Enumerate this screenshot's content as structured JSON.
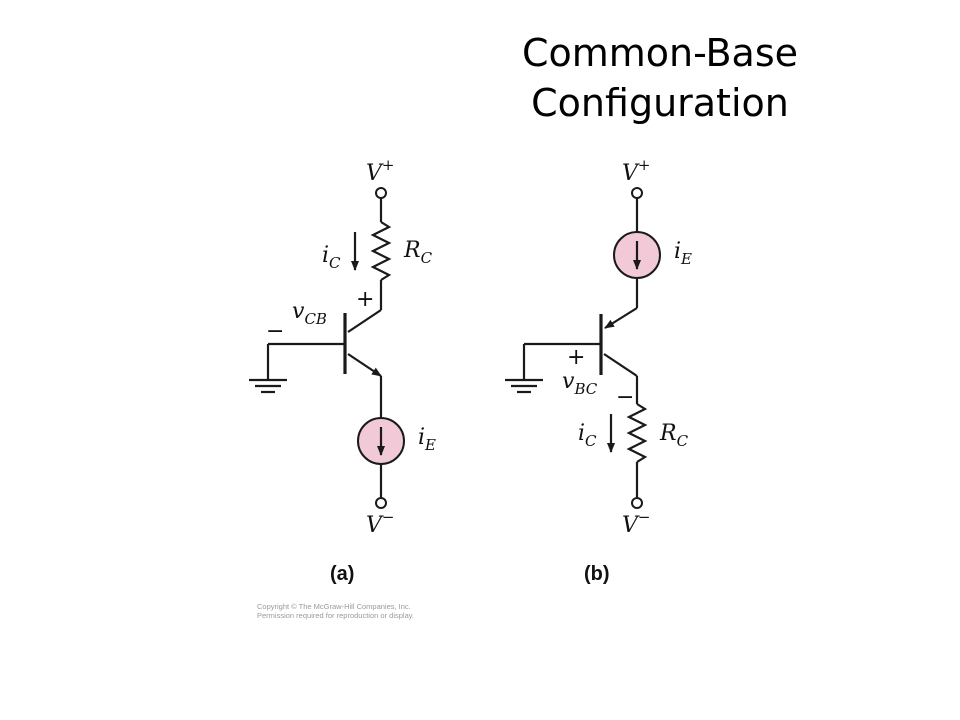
{
  "title_lines": [
    "Common-Base",
    "Configuration"
  ],
  "diagram_a": {
    "caption": "(a)",
    "supply_top": {
      "main": "V",
      "sup": "+"
    },
    "supply_bottom": {
      "main": "V",
      "sup": "−"
    },
    "collector_current": {
      "main": "i",
      "sub": "C"
    },
    "resistor": {
      "main": "R",
      "sub": "C"
    },
    "emitter_current": {
      "main": "i",
      "sub": "E"
    },
    "voltage": {
      "main": "v",
      "sub": "CB"
    },
    "plus": "+",
    "minus": "−"
  },
  "diagram_b": {
    "caption": "(b)",
    "supply_top": {
      "main": "V",
      "sup": "+"
    },
    "supply_bottom": {
      "main": "V",
      "sup": "−"
    },
    "emitter_current": {
      "main": "i",
      "sub": "E"
    },
    "collector_current": {
      "main": "i",
      "sub": "C"
    },
    "resistor": {
      "main": "R",
      "sub": "C"
    },
    "voltage": {
      "main": "v",
      "sub": "BC"
    },
    "plus": "+",
    "minus": "−"
  },
  "copyright_lines": [
    "Copyright © The McGraw-Hill Companies, Inc.",
    "Permission required for reproduction or display."
  ],
  "colors": {
    "source_fill": "#f2c9d6",
    "wire": "#1a1a1a"
  }
}
